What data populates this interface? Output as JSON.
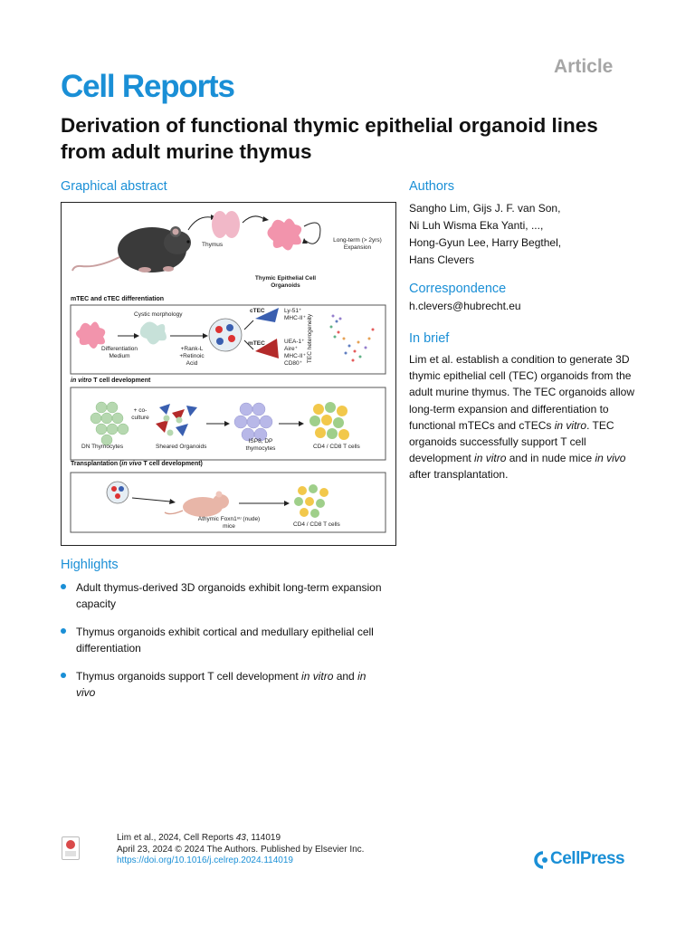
{
  "header": {
    "article_type": "Article",
    "journal": "Cell Reports"
  },
  "title": "Derivation of functional thymic epithelial organoid lines from adult murine thymus",
  "graphical_abstract": {
    "heading": "Graphical abstract",
    "labels": {
      "thymus": "Thymus",
      "long_term": "Long-term (> 2yrs) Expansion",
      "organoids": "Thymic Epithelial Cell Organoids",
      "section1": "mTEC and cTEC differentiation",
      "cystic": "Cystic morphology",
      "diff_medium": "Differentiation Medium",
      "rankl": "+Rank-L +Retinoic Acid",
      "ctec": "cTEC",
      "ctec_markers": "Ly-51⁺ MHC-II⁺",
      "mtec": "mTEC",
      "mtec_markers": "UEA-1⁺ Aire⁺ MHC-II⁺ CD80⁺",
      "heterogeneity": "TEC heterogeneity",
      "section2_italic": "in vitro",
      "section2_rest": " T cell development",
      "coculture": "+ co-culture",
      "dn": "DN Thymocytes",
      "sheared": "Sheared Organoids",
      "isp8": "ISP8, DP thymocytes",
      "cd4cd8_1": "CD4 / CD8 T cells",
      "section3_a": "Transplantation (",
      "section3_italic": "in vivo",
      "section3_b": " T cell development)",
      "athymic": "Athymic Foxn1ⁿᵘ (nude) mice",
      "cd4cd8_2": "CD4 / CD8 T cells"
    }
  },
  "authors": {
    "heading": "Authors",
    "line1": "Sangho Lim, Gijs J. F. van Son,",
    "line2": "Ni Luh Wisma Eka Yanti, ...,",
    "line3": "Hong-Gyun Lee, Harry Begthel,",
    "line4": "Hans Clevers"
  },
  "correspondence": {
    "heading": "Correspondence",
    "email": "h.clevers@hubrecht.eu"
  },
  "in_brief": {
    "heading": "In brief",
    "p1": "Lim et al. establish a condition to generate 3D thymic epithelial cell (TEC) organoids from the adult murine thymus. The TEC organoids allow long-term expansion and differentiation to functional mTECs and cTECs ",
    "p1_italic": "in vitro",
    "p2": ". TEC organoids successfully support T cell development ",
    "p2_italic": "in vitro",
    "p3": " and in nude mice ",
    "p3_italic": "in vivo",
    "p4": " after transplantation."
  },
  "highlights": {
    "heading": "Highlights",
    "h1": "Adult thymus-derived 3D organoids exhibit long-term expansion capacity",
    "h2": "Thymus organoids exhibit cortical and medullary epithelial cell differentiation",
    "h3_a": "Thymus organoids support T cell development ",
    "h3_italic1": "in vitro",
    "h3_b": " and ",
    "h3_italic2": "in vivo"
  },
  "footer": {
    "line1_a": "Lim et al., 2024, Cell Reports ",
    "line1_vol": "43",
    "line1_b": ", 114019",
    "line2": "April 23, 2024 © 2024 The Authors. Published by Elsevier Inc.",
    "doi": "https://doi.org/10.1016/j.celrep.2024.114019",
    "publisher": "CellPress"
  },
  "colors": {
    "accent": "#1a8fd6",
    "article_gray": "#a6a6a6"
  }
}
